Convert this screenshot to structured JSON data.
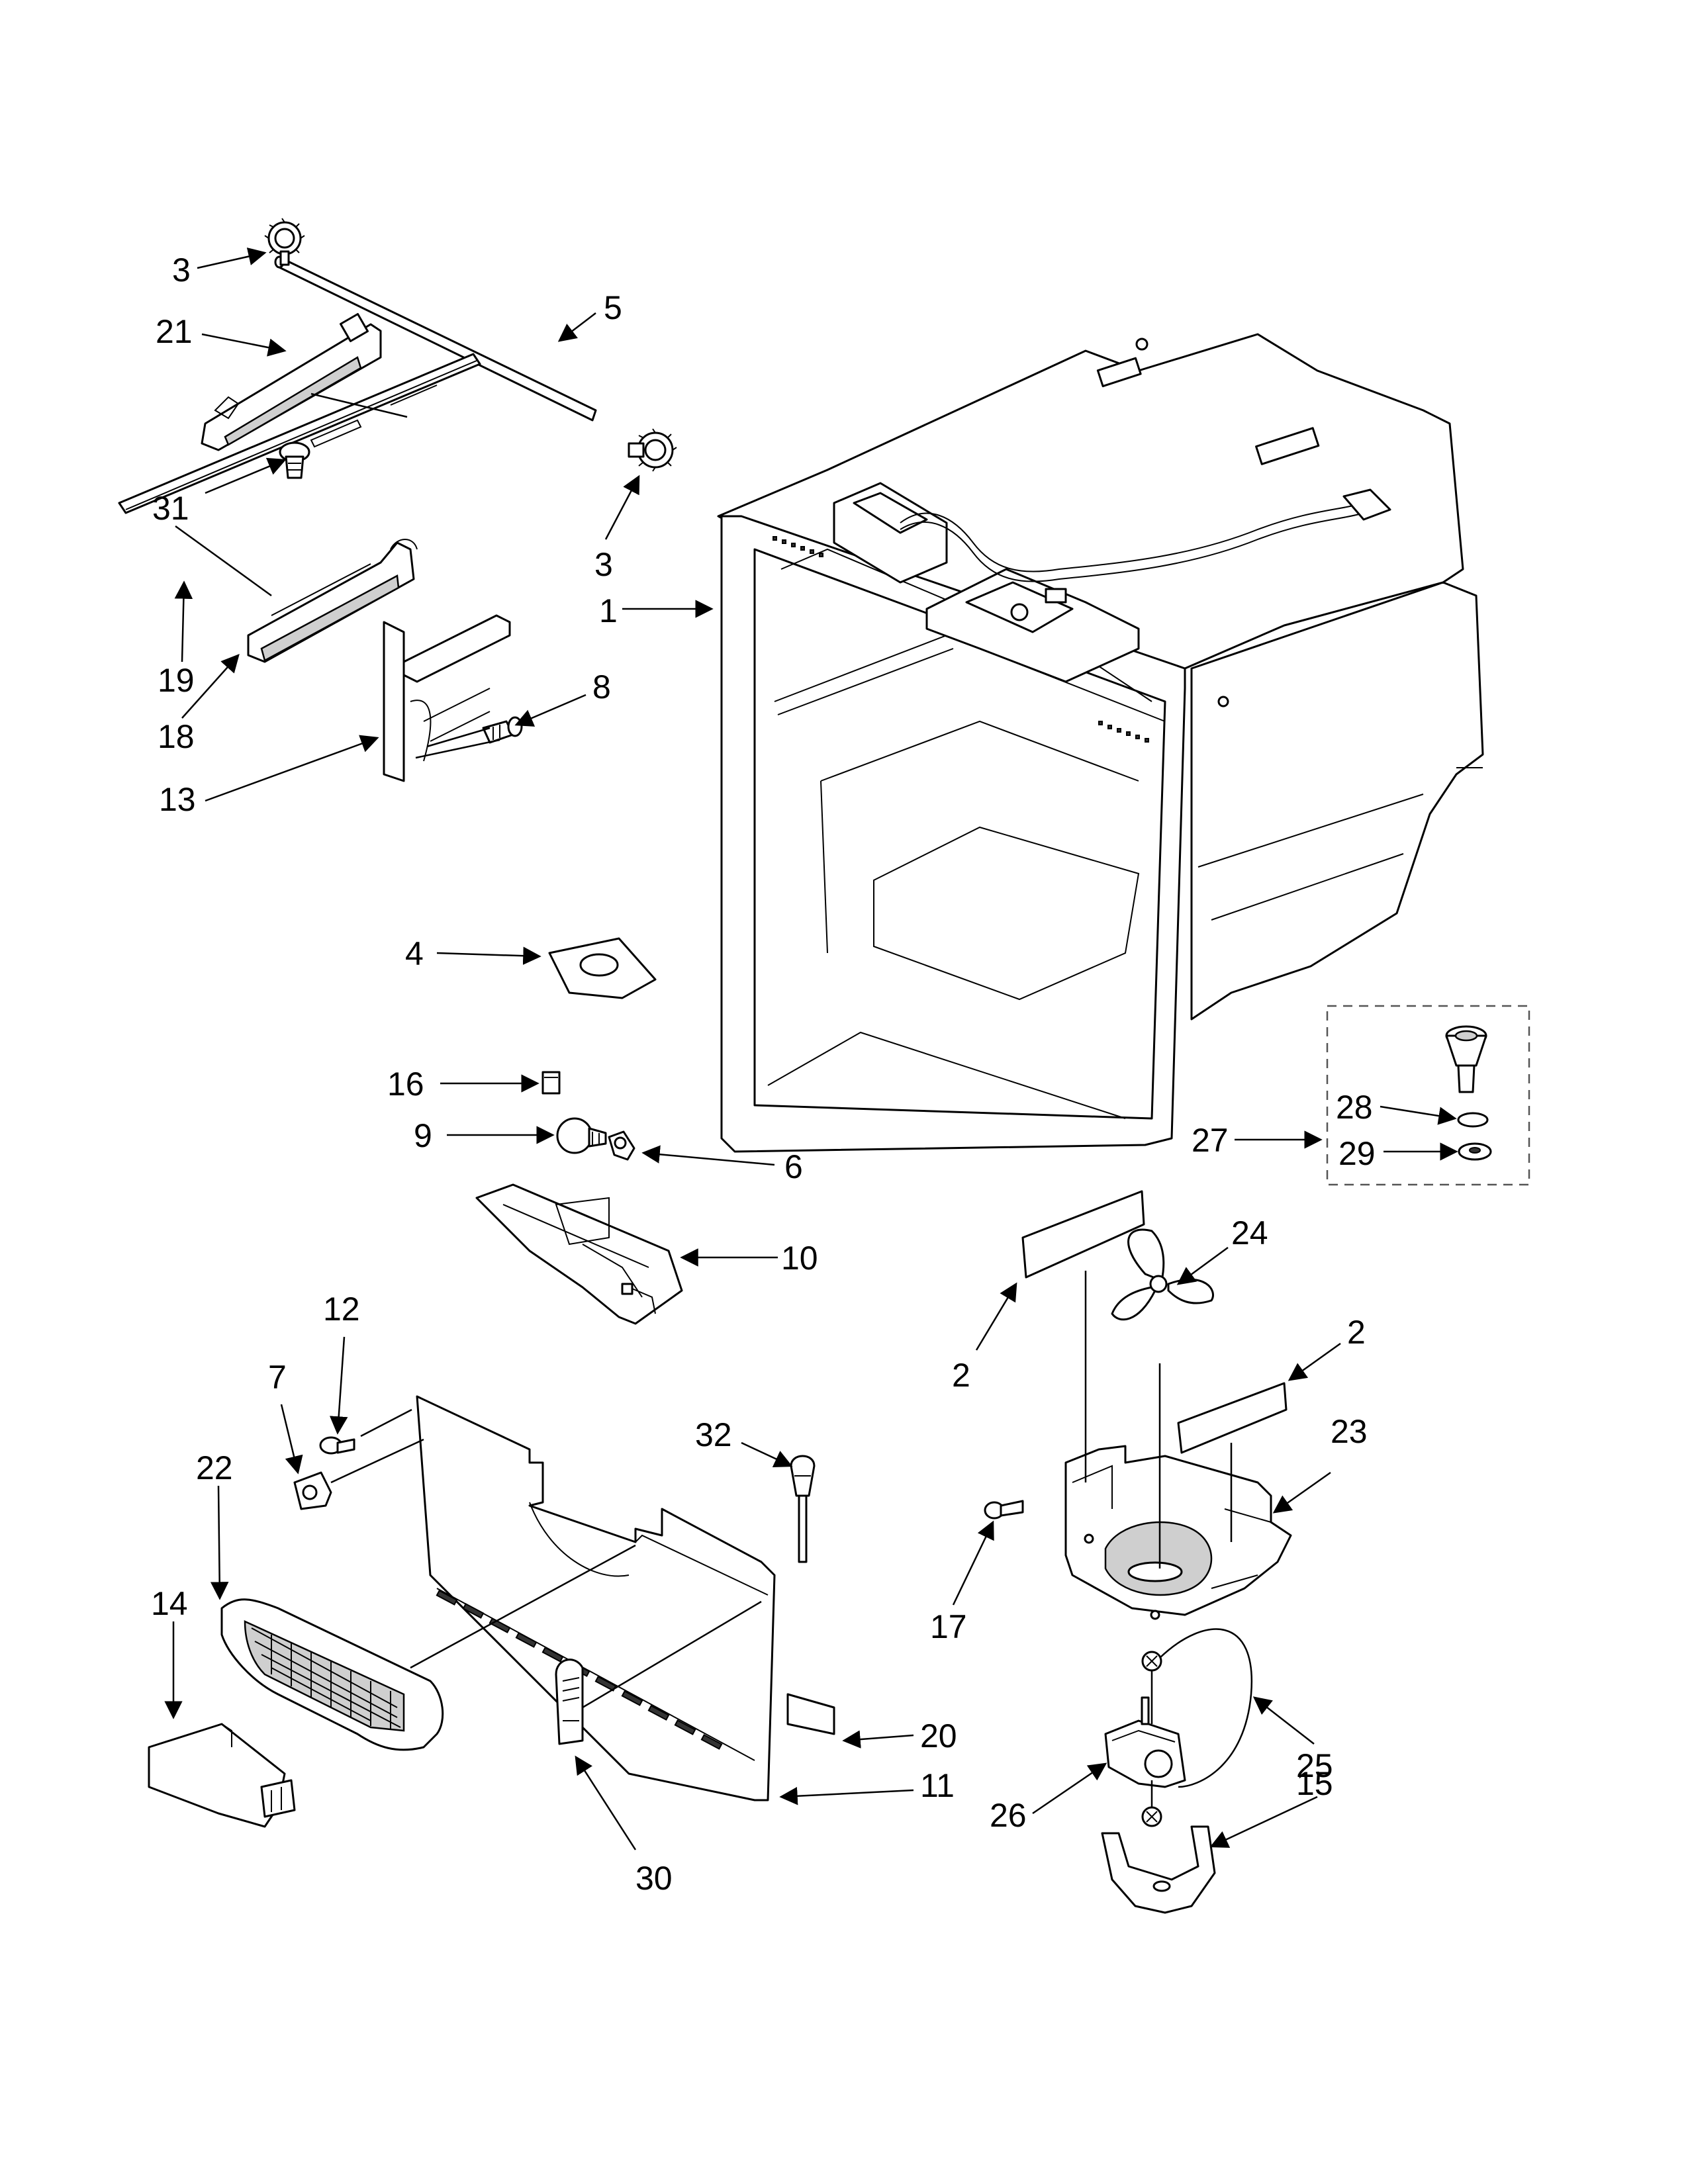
{
  "diagram": {
    "type": "exploded parts diagram",
    "callouts": [
      "1",
      "2",
      "2",
      "3",
      "3",
      "4",
      "5",
      "6",
      "7",
      "8",
      "9",
      "10",
      "11",
      "12",
      "13",
      "14",
      "15",
      "16",
      "17",
      "18",
      "19",
      "20",
      "21",
      "22",
      "23",
      "24",
      "25",
      "26",
      "27",
      "28",
      "29",
      "30",
      "31",
      "32"
    ],
    "labels": {
      "c1": "1",
      "c2a": "2",
      "c2b": "2",
      "c3a": "3",
      "c3b": "3",
      "c4": "4",
      "c5": "5",
      "c6": "6",
      "c7": "7",
      "c8": "8",
      "c9": "9",
      "c10": "10",
      "c11": "11",
      "c12": "12",
      "c13": "13",
      "c14": "14",
      "c15": "15",
      "c16": "16",
      "c17": "17",
      "c18": "18",
      "c19": "19",
      "c20": "20",
      "c21": "21",
      "c22": "22",
      "c23": "23",
      "c24": "24",
      "c25": "25",
      "c26": "26",
      "c27": "27",
      "c28": "28",
      "c29": "29",
      "c30": "30",
      "c31": "31",
      "c32": "32"
    }
  }
}
